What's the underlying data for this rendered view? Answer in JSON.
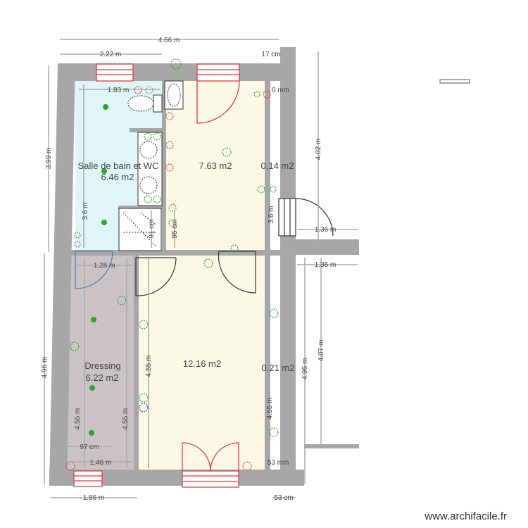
{
  "rooms": {
    "bathroom": {
      "name": "Salle de bain et WC",
      "area": "6.46 m2"
    },
    "room_top": {
      "area": "7.63 m2"
    },
    "closet_top": {
      "area": "0.14 m2"
    },
    "dressing": {
      "name": "Dressing",
      "area": "6.22 m2"
    },
    "room_main": {
      "area": "12.16 m2"
    },
    "closet_bottom": {
      "area": "0.21 m2"
    }
  },
  "dimensions": {
    "total_width": "4.66 m",
    "bath_width": "2.22 m",
    "top_right": "17 cm",
    "bath_inner": "1.83 m",
    "top_mm": "0 mm",
    "left_top_height": "3.99 m",
    "bath_height": "3.6 m",
    "right_top_inner": "3.6 m",
    "shower": "91 cm",
    "shower_side": "95 cm",
    "right_top_height": "4.02 m",
    "ext_1": "1.36 m",
    "ext_2": "1.36 m",
    "dressing_top": "1.28 m",
    "dressing_h1": "4.55 m",
    "dressing_h2": "4.55 m",
    "main_h": "4.55 m",
    "right_h": "4.55 m",
    "left_bottom_height": "4.96 m",
    "right_bottom_height": "4.95 m",
    "right_ext_height": "4.07 m",
    "dressing_inner": "97 cm",
    "dressing_bottom": "1.46 m",
    "bottom_left": "1.86 m",
    "bottom_right": "53 cm",
    "bottom_mm": "53 mm"
  },
  "colors": {
    "wall": "#a7a7a7",
    "bathroom": "#dff5f7",
    "living": "#fcf8e6",
    "dressing": "#cbc3c3",
    "window": "#e23b3b",
    "electric": "#2aa82a"
  },
  "watermark": "www.archifacile.fr"
}
